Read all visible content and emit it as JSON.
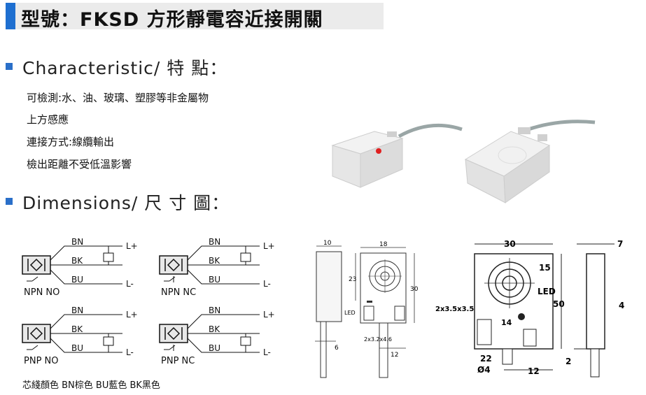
{
  "title": {
    "text": "型號：FKSD 方形靜電容近接開關"
  },
  "characteristic": {
    "heading": "Characteristic/ 特 點：",
    "items": [
      "可檢測:水、油、玻璃、塑膠等非金屬物",
      "上方感應",
      "連接方式:線纜輸出",
      "檢出距離不受低溫影響"
    ]
  },
  "dimensions": {
    "heading": "Dimensions/ 尺 寸 圖："
  },
  "wiring": {
    "wire_bn": "BN",
    "wire_bk": "BK",
    "wire_bu": "BU",
    "l_plus": "L+",
    "l_minus": "L-",
    "diagrams": [
      {
        "label": "NPN NO"
      },
      {
        "label": "NPN NC"
      },
      {
        "label": "PNP NO"
      },
      {
        "label": "PNP NC"
      }
    ]
  },
  "color_note": "芯綫顏色 BN棕色 BU藍色 BK黑色",
  "drawing_small": {
    "dim_top_left": "10",
    "dim_top_right": "18",
    "dim_left": "23",
    "dim_right": "30",
    "led": "LED",
    "hole": "2x3.2x4.6",
    "dim_bottom_left": "6",
    "dim_bottom": "12"
  },
  "drawing_large": {
    "dim_top": "30",
    "dim_side_top": "7",
    "dim_15": "15",
    "led": "LED",
    "dim_50": "50",
    "hole": "2x3.5x3.5",
    "dim_14": "14",
    "dim_4": "4",
    "dim_22": "22",
    "dim_phi4": "Ø4",
    "dim_12": "12",
    "dim_2": "2"
  }
}
